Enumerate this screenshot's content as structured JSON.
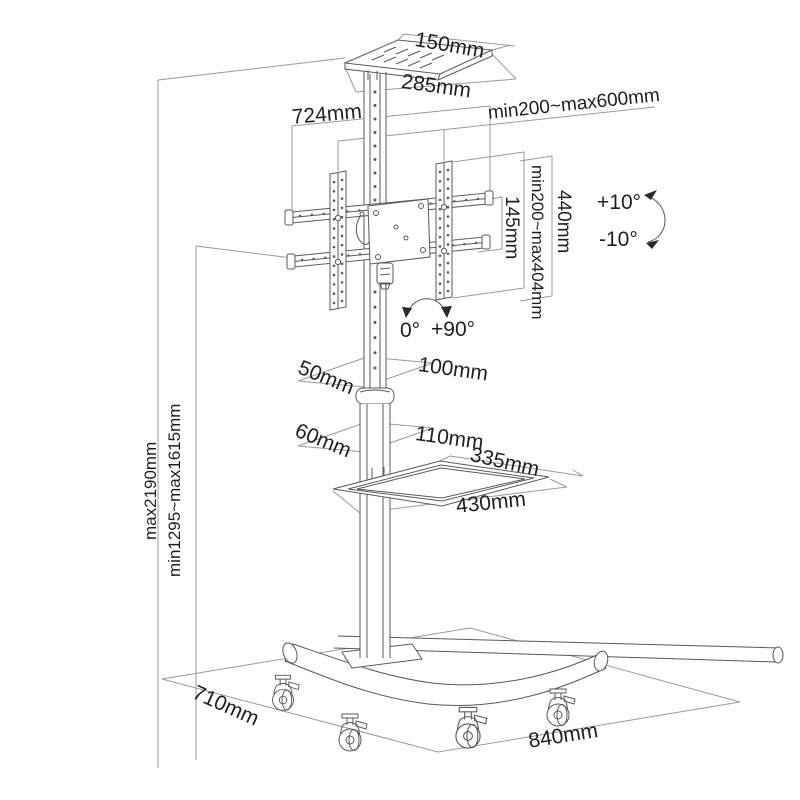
{
  "meta": {
    "title": "Mobile TV floor stand — dimensional line diagram"
  },
  "colors": {
    "background": "#ffffff",
    "structure_line": "#5a5a5a",
    "dimension_line": "#9a9a9a",
    "label_text": "#1f1f1f"
  },
  "dimensions": {
    "top_tray_width": "150mm",
    "top_tray_depth": "285mm",
    "bracket_total_width": "724mm",
    "vesa_width_range": "min200~max600mm",
    "vesa_height_range": "min200~max404mm",
    "rail_spacing": "145mm",
    "bracket_height": "440mm",
    "tilt_up": "+10°",
    "tilt_down": "-10°",
    "rotation_start": "0°",
    "rotation_end": "+90°",
    "upper_mount_depth": "50mm",
    "upper_mount_width": "100mm",
    "lower_mount_depth": "60mm",
    "lower_mount_width": "110mm",
    "shelf_depth": "335mm",
    "shelf_width": "430mm",
    "overall_height_max": "max2190mm",
    "column_height_range": "min1295~max1615mm",
    "base_depth": "710mm",
    "base_width": "840mm"
  }
}
